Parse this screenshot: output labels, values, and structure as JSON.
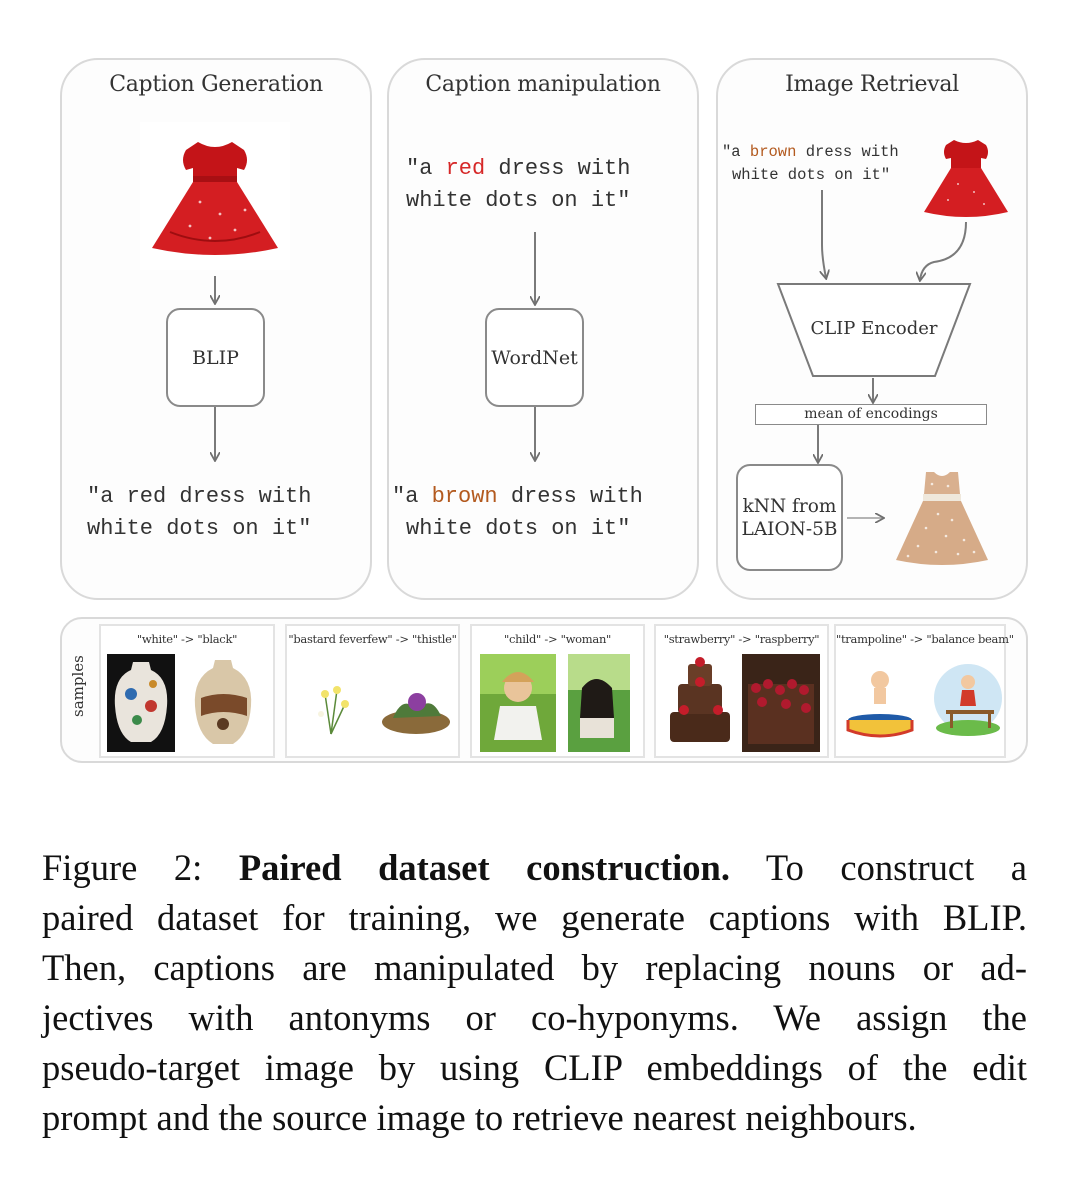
{
  "panels": {
    "caption_generation": {
      "title": "Caption Generation",
      "model": "BLIP",
      "output_line1": "\"a red dress with",
      "output_line2": "white dots on it\""
    },
    "caption_manipulation": {
      "title": "Caption manipulation",
      "input_line1_pre": "\"a ",
      "input_line1_word": "red",
      "input_line1_post": " dress with",
      "input_line2": "white dots on it\"",
      "model": "WordNet",
      "output_line1_pre": "\"a ",
      "output_line1_word": "brown",
      "output_line1_post": " dress with",
      "output_line2": "white dots on it\""
    },
    "image_retrieval": {
      "title": "Image Retrieval",
      "prompt_line1_pre": "\"a ",
      "prompt_line1_word": "brown",
      "prompt_line1_post": " dress with",
      "prompt_line2": "white dots on it\"",
      "encoder": "CLIP Encoder",
      "mean": "mean of encodings",
      "knn_line1": "kNN from",
      "knn_line2": "LAION-5B"
    }
  },
  "samples": {
    "label": "samples",
    "items": [
      {
        "label": "\"white\" -> \"black\""
      },
      {
        "label": "\"bastard feverfew\" -> \"thistle\""
      },
      {
        "label": "\"child\" -> \"woman\""
      },
      {
        "label": "\"strawberry\" -> \"raspberry\""
      },
      {
        "label": "\"trampoline\" -> \"balance beam\""
      }
    ]
  },
  "caption": {
    "prefix": "Figure 2: ",
    "bold": "Paired dataset construction.",
    "line1_rest": "To construct a",
    "line2": "paired dataset for training, we generate captions with BLIP.",
    "line3": "Then, captions are manipulated by replacing nouns or ad-",
    "line4": "jectives with antonyms or co-hyponyms.  We assign the",
    "line5": "pseudo-target image by using CLIP embeddings of the edit",
    "line6": "prompt and the source image to retrieve nearest neighbours."
  },
  "colors": {
    "accent_red": "#d62828",
    "accent_brown": "#b35a1f",
    "panel_border": "#d9d9d9",
    "arrow": "#7a7a7a"
  }
}
